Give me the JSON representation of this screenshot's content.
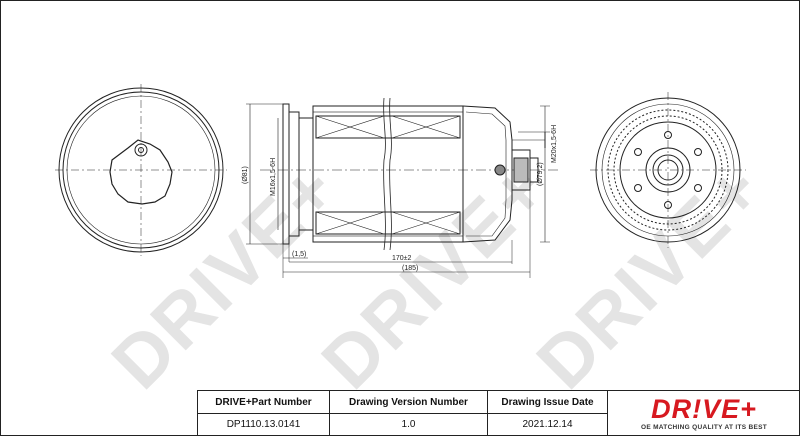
{
  "watermark": {
    "text": "DRIVE+"
  },
  "dimensions": {
    "d81": "(Ø81)",
    "m16": "M16x1,5-6H",
    "m20": "M20x1,5-6H",
    "d79": "(Ø79,2)",
    "len170": "170±2",
    "len185": "(185)",
    "len1_5": "(1,5)"
  },
  "title_block": {
    "headers": {
      "part_number": "DRIVE+Part Number",
      "version": "Drawing Version Number",
      "issue_date": "Drawing Issue Date"
    },
    "values": {
      "part_number": "DP1110.13.0141",
      "version": "1.0",
      "issue_date": "2021.12.14"
    }
  },
  "logo": {
    "brand": "DR!VE+",
    "tagline": "OE MATCHING QUALITY AT ITS BEST",
    "color": "#d71920"
  }
}
